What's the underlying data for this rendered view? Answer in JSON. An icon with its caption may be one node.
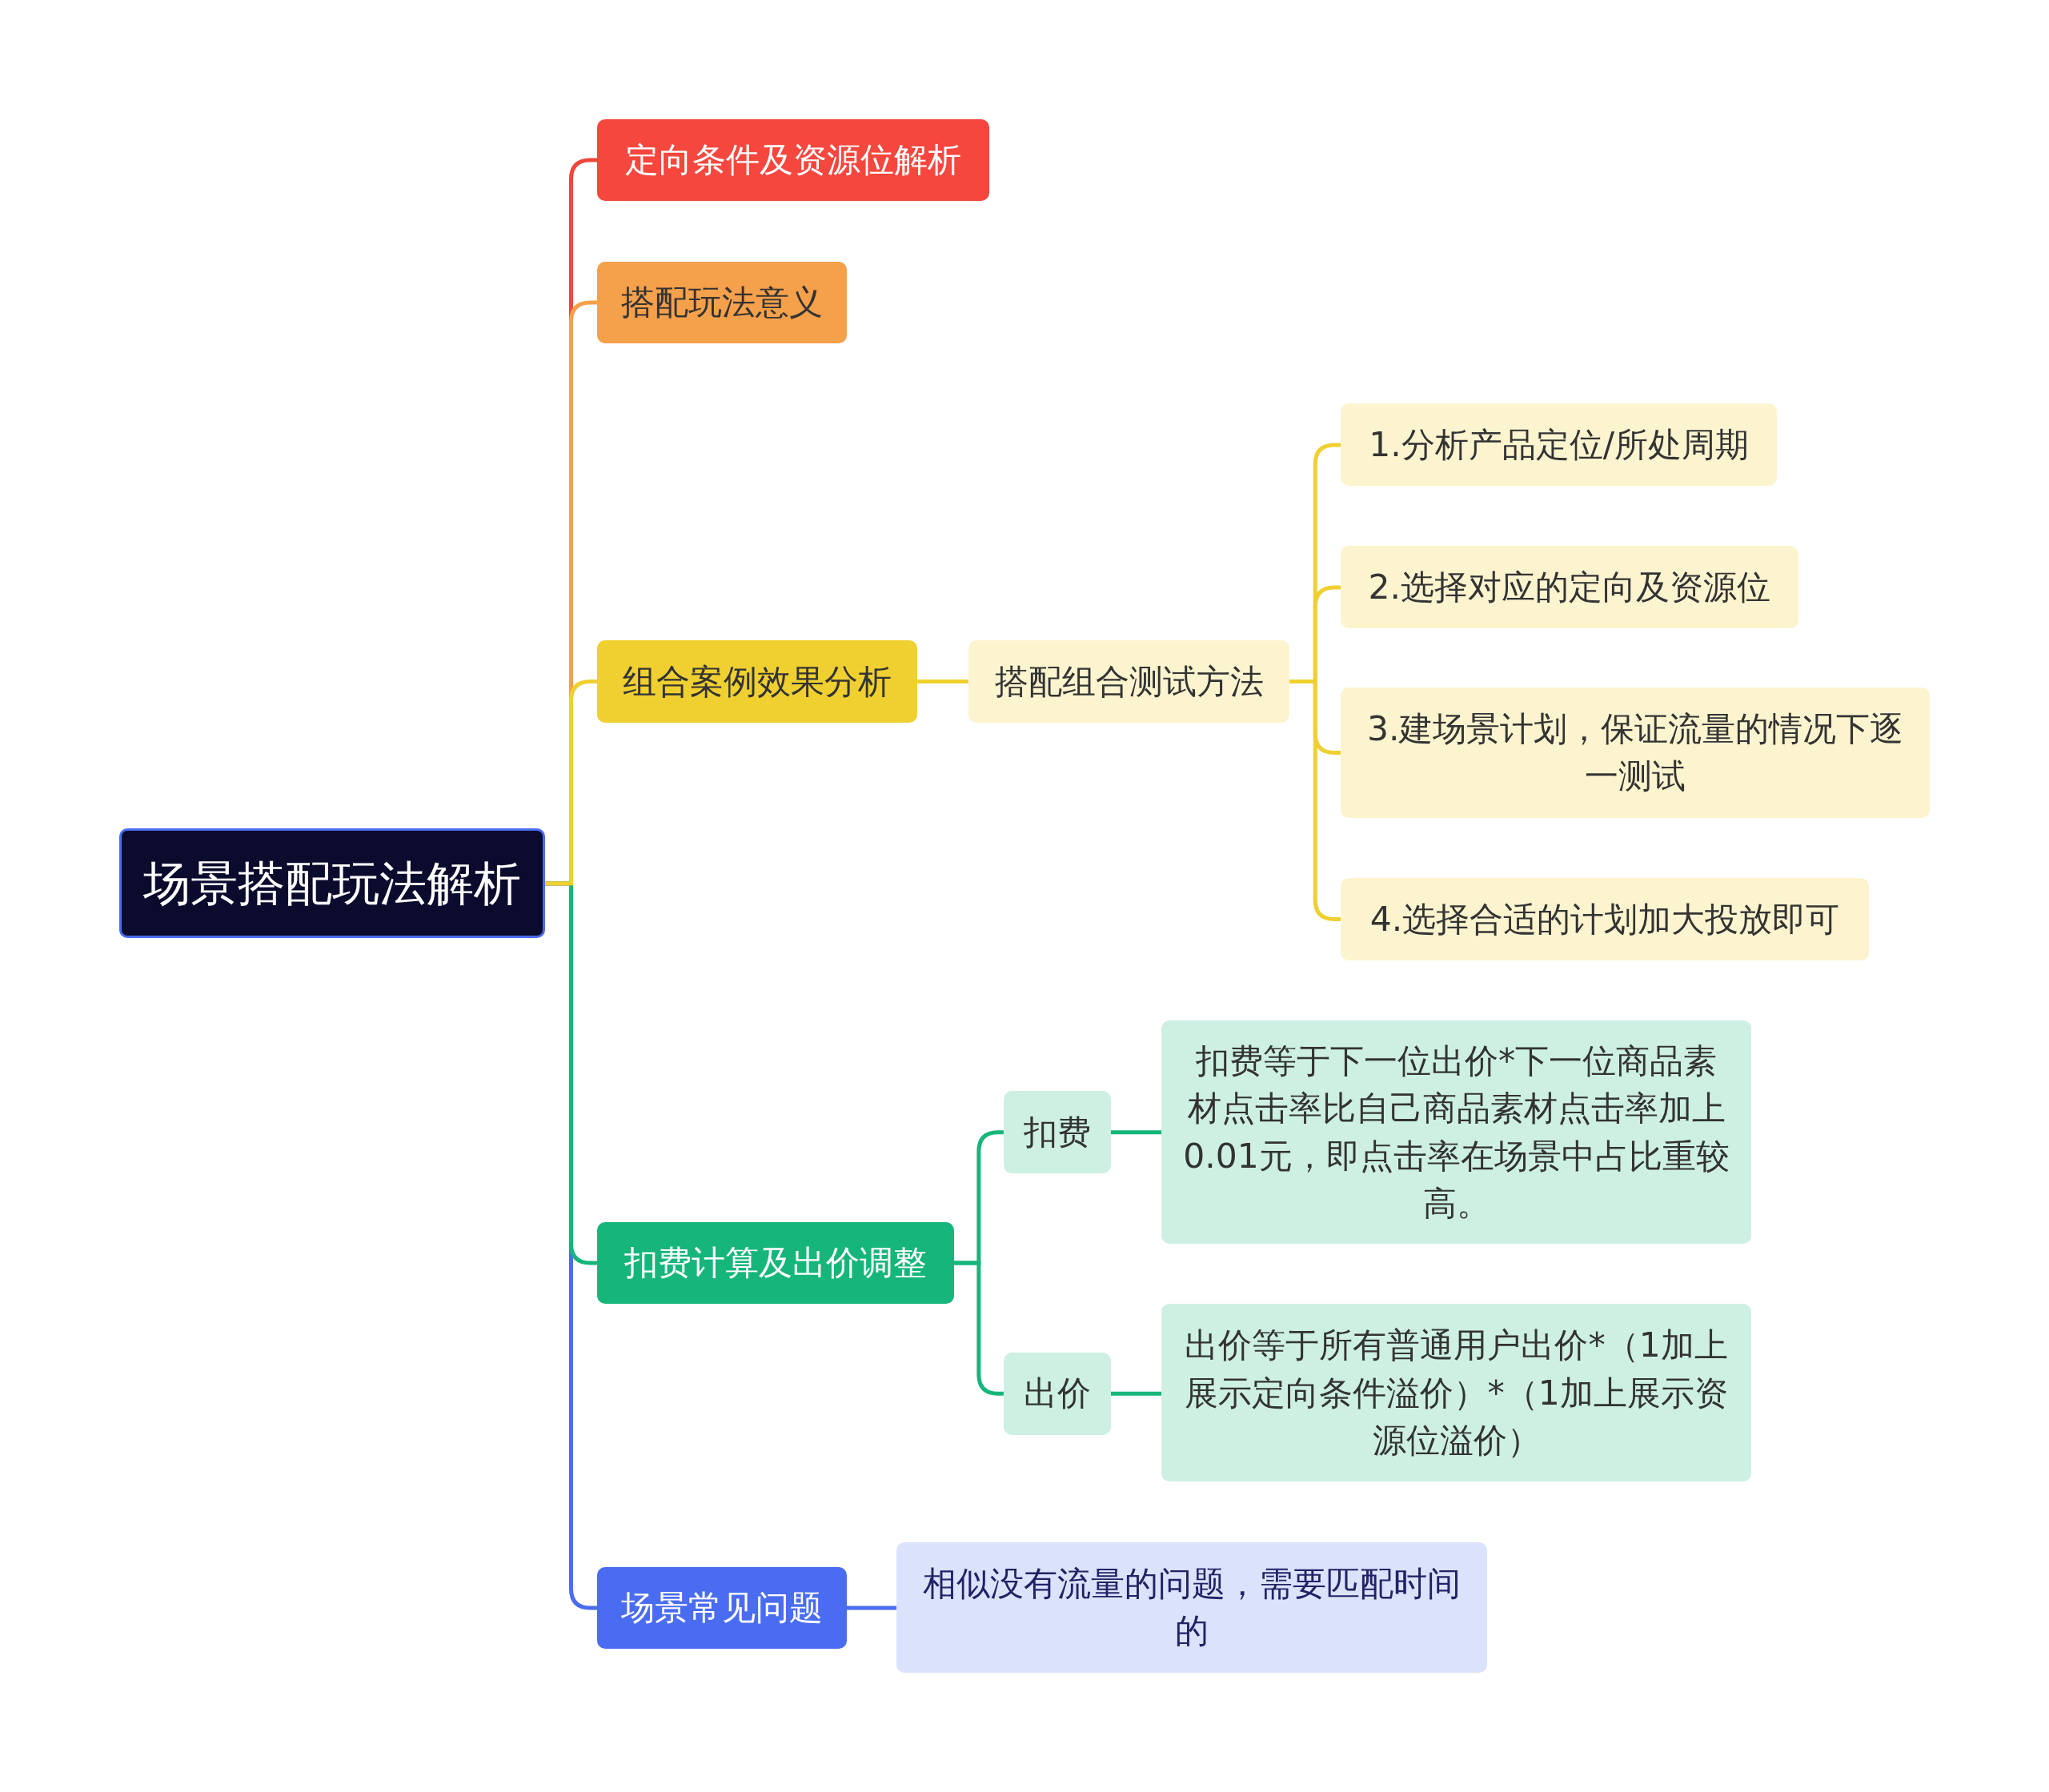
{
  "diagram": {
    "nodes": [
      {
        "text": [
          "场景搭配玩法解析"
        ]
      },
      {
        "text": [
          "定向条件及资源位解析"
        ]
      },
      {
        "text": [
          "搭配玩法意义"
        ]
      },
      {
        "text": [
          "组合案例效果分析"
        ]
      },
      {
        "text": [
          "搭配组合测试方法"
        ]
      },
      {
        "text": [
          "1.分析产品定位/所处周期"
        ]
      },
      {
        "text": [
          "2.选择对应的定向及资源位"
        ]
      },
      {
        "text": [
          "3.建场景计划，保证流量的情况下逐一测试"
        ]
      },
      {
        "text": [
          "4.选择合适的计划加大投放即可"
        ]
      },
      {
        "text": [
          "扣费计算及出价调整"
        ]
      },
      {
        "text": [
          "扣费"
        ]
      },
      {
        "text": [
          "扣费等于下一位出价*下一位商品素材点击率比自己商品素材点击率加上0.01元，即点击率在场景中占比重较高。"
        ]
      },
      {
        "text": [
          "出价"
        ]
      },
      {
        "text": [
          "出价等于所有普通用户出价*（1加上展示定向条件溢价）*（1加上展示资源位溢价）"
        ]
      },
      {
        "text": [
          "场景常见问题"
        ]
      },
      {
        "text": [
          "相似没有流量的问题，需要匹配时间的"
        ]
      }
    ],
    "edges": [
      {
        "from": 0,
        "to": 1,
        "arrow": "none",
        "color": "#f0453b"
      },
      {
        "from": 0,
        "to": 2,
        "arrow": "none",
        "color": "#f5a04b"
      },
      {
        "from": 0,
        "to": 3,
        "arrow": "none",
        "color": "#f0d030"
      },
      {
        "from": 3,
        "to": 4,
        "arrow": "none",
        "color": "#f0d030"
      },
      {
        "from": 4,
        "to": 5,
        "arrow": "none",
        "color": "#f0d030"
      },
      {
        "from": 4,
        "to": 6,
        "arrow": "none",
        "color": "#f0d030"
      },
      {
        "from": 4,
        "to": 7,
        "arrow": "none",
        "color": "#f0d030"
      },
      {
        "from": 4,
        "to": 8,
        "arrow": "none",
        "color": "#f0d030"
      },
      {
        "from": 0,
        "to": 9,
        "arrow": "none",
        "color": "#16b67a"
      },
      {
        "from": 9,
        "to": 10,
        "arrow": "none",
        "color": "#16b67a"
      },
      {
        "from": 10,
        "to": 11,
        "arrow": "none",
        "color": "#16b67a"
      },
      {
        "from": 9,
        "to": 12,
        "arrow": "none",
        "color": "#16b67a"
      },
      {
        "from": 12,
        "to": 13,
        "arrow": "none",
        "color": "#16b67a"
      },
      {
        "from": 0,
        "to": 14,
        "arrow": "none",
        "color": "#4a6cf0"
      },
      {
        "from": 14,
        "to": 15,
        "arrow": "none",
        "color": "#4a6cf0"
      }
    ]
  }
}
